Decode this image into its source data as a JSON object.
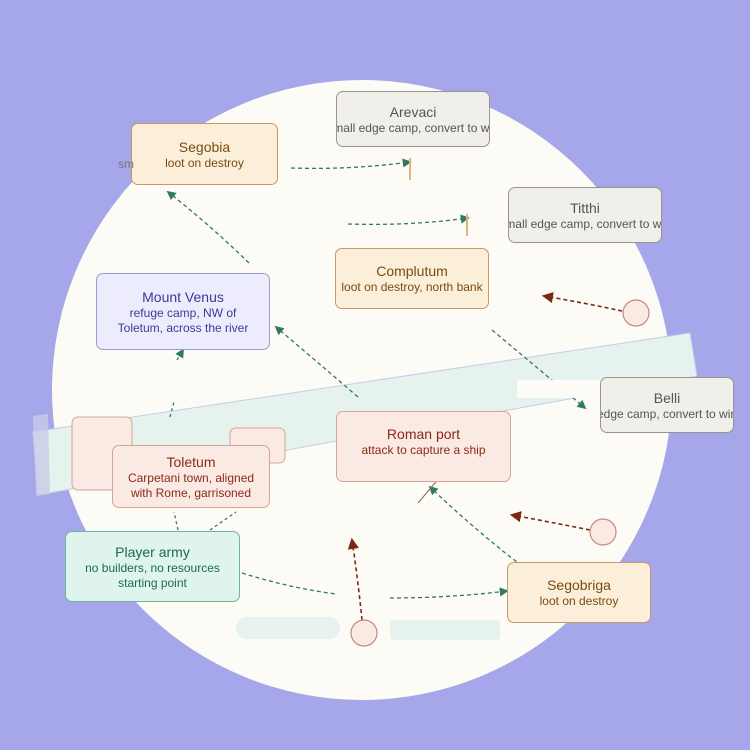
{
  "nodes": {
    "segobia": {
      "title": "Segobia",
      "sub": "loot on destroy"
    },
    "arevaci": {
      "title": "Arevaci",
      "sub": "small edge camp, convert to win"
    },
    "titthi": {
      "title": "Titthi",
      "sub": "small edge camp, convert to win"
    },
    "complutum": {
      "title": "Complutum",
      "sub": "loot on destroy, north bank"
    },
    "mount_venus": {
      "title": "Mount Venus",
      "sub1": "refuge camp, NW of",
      "sub2": "Toletum, across the river"
    },
    "belli": {
      "title": "Belli",
      "sub": "edge camp, convert to win"
    },
    "roman_port": {
      "title": "Roman port",
      "sub": "attack to capture a ship"
    },
    "toletum": {
      "title": "Toletum",
      "sub1": "Carpetani town, aligned",
      "sub2": "with Rome, garrisoned"
    },
    "player_army": {
      "title": "Player army",
      "sub1": "no builders, no resources",
      "sub2": "starting point"
    },
    "segobriga": {
      "title": "Segobriga",
      "sub": "loot on destroy"
    }
  },
  "fragment": "sm",
  "colors": {
    "background": "#a6a6ea",
    "map": "#fcfbf5",
    "river": "#e6f2ee",
    "loot_fill": "#fcefd9",
    "loot_border": "#c79a63",
    "loot_text": "#7a4a12",
    "edge_fill": "#f1efea",
    "edge_border": "#9a958b",
    "edge_text": "#555555",
    "refuge_fill": "#ececfd",
    "refuge_border": "#9a9ad8",
    "refuge_text": "#3c3a96",
    "town_fill": "#fbe9e3",
    "town_border": "#d2a596",
    "town_text": "#8a2a18",
    "player_fill": "#dff4ec",
    "player_border": "#6cb59a",
    "player_text": "#1d6a50",
    "arrow_green": "#2f7a66",
    "arrow_brown": "#7a2a14"
  }
}
